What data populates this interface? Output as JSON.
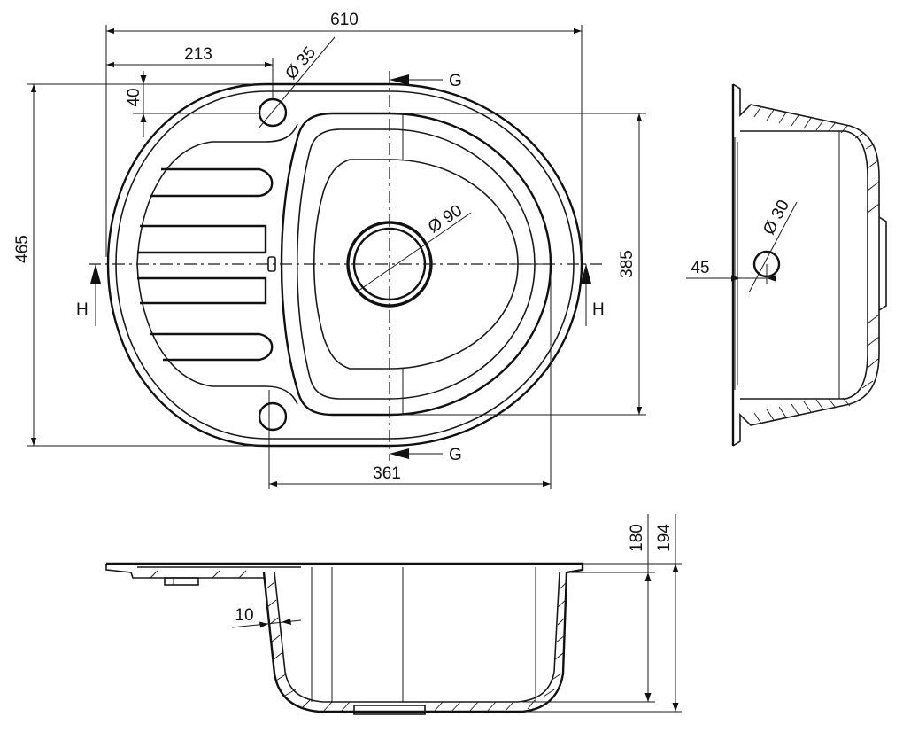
{
  "dimensions": {
    "overall_width": "610",
    "drainboard_width": "213",
    "hole_offset": "40",
    "hole_diameter": "Ø 35",
    "overall_height": "465",
    "bowl_height": "385",
    "bowl_width": "361",
    "drain_diameter": "Ø 90",
    "overflow_diameter": "Ø 30",
    "overflow_offset": "45",
    "wall_thickness": "10",
    "bowl_depth": "180",
    "total_depth": "194"
  },
  "section_labels": {
    "section_g_top": "G",
    "section_g_bottom": "G",
    "section_h_left": "H",
    "section_h_right": "H"
  },
  "colors": {
    "ink": "#111111",
    "background": "#ffffff"
  }
}
